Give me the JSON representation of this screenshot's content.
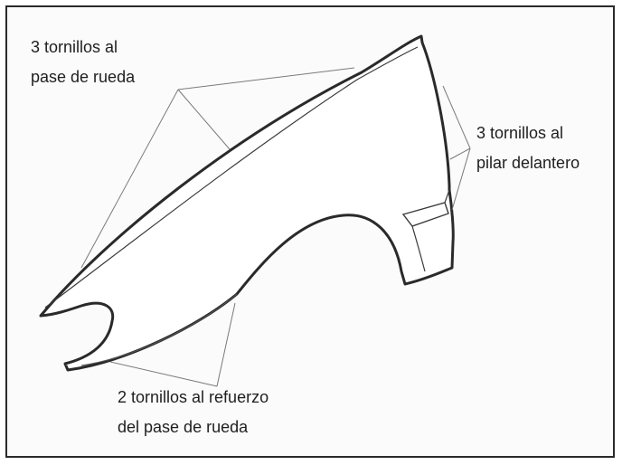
{
  "annotations": {
    "wheel_arch": {
      "line1": "3 tornillos al",
      "line2": "pase de rueda"
    },
    "front_pillar": {
      "line1": "3 tornillos al",
      "line2": "pilar delantero"
    },
    "reinforcement": {
      "line1": "2 tornillos al refuerzo",
      "line2": "del pase de rueda"
    }
  },
  "colors": {
    "outline": "#2a2a2a",
    "leader_line": "#7a7a7a",
    "text": "#1f1f1f",
    "background": "#fbfbfb"
  }
}
